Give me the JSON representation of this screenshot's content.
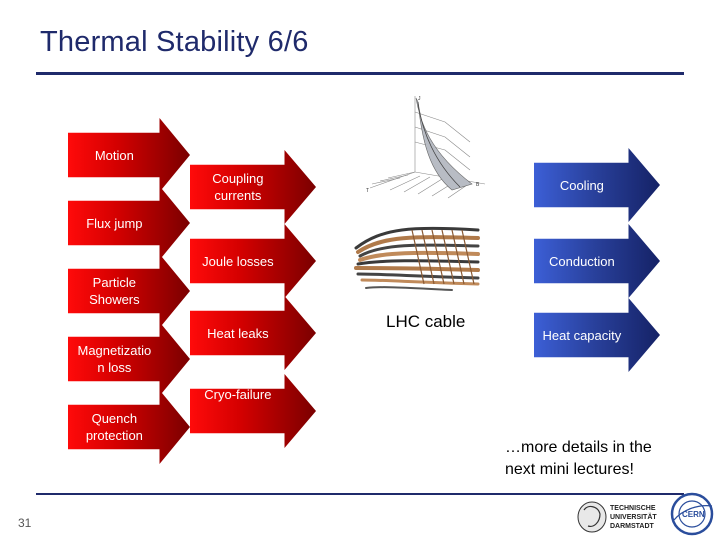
{
  "slide": {
    "title": "Thermal Stability 6/6",
    "page_number": "31"
  },
  "disturbances": [
    {
      "label": "Motion"
    },
    {
      "label": "Flux jump"
    },
    {
      "label": "Particle Showers"
    },
    {
      "label": "Magnetizatio n loss"
    },
    {
      "label": "Quench protection"
    }
  ],
  "losses": [
    {
      "label": "Coupling currents"
    },
    {
      "label": "Joule losses"
    },
    {
      "label": "Heat leaks"
    },
    {
      "label": "Cryo-failure"
    }
  ],
  "stabilizers": [
    {
      "label": "Cooling"
    },
    {
      "label": "Conduction"
    },
    {
      "label": "Heat capacity"
    }
  ],
  "figure": {
    "cable_caption": "LHC cable"
  },
  "footer_note": "…more details in the next mini lectures!",
  "colors": {
    "title": "#1f2a6b",
    "red_arrow": "#d40000",
    "blue_arrow": "#283f99"
  },
  "icons": [
    "plot-3d-surface",
    "lhc-cable-photo",
    "tu-darmstadt-logo",
    "cern-logo"
  ]
}
